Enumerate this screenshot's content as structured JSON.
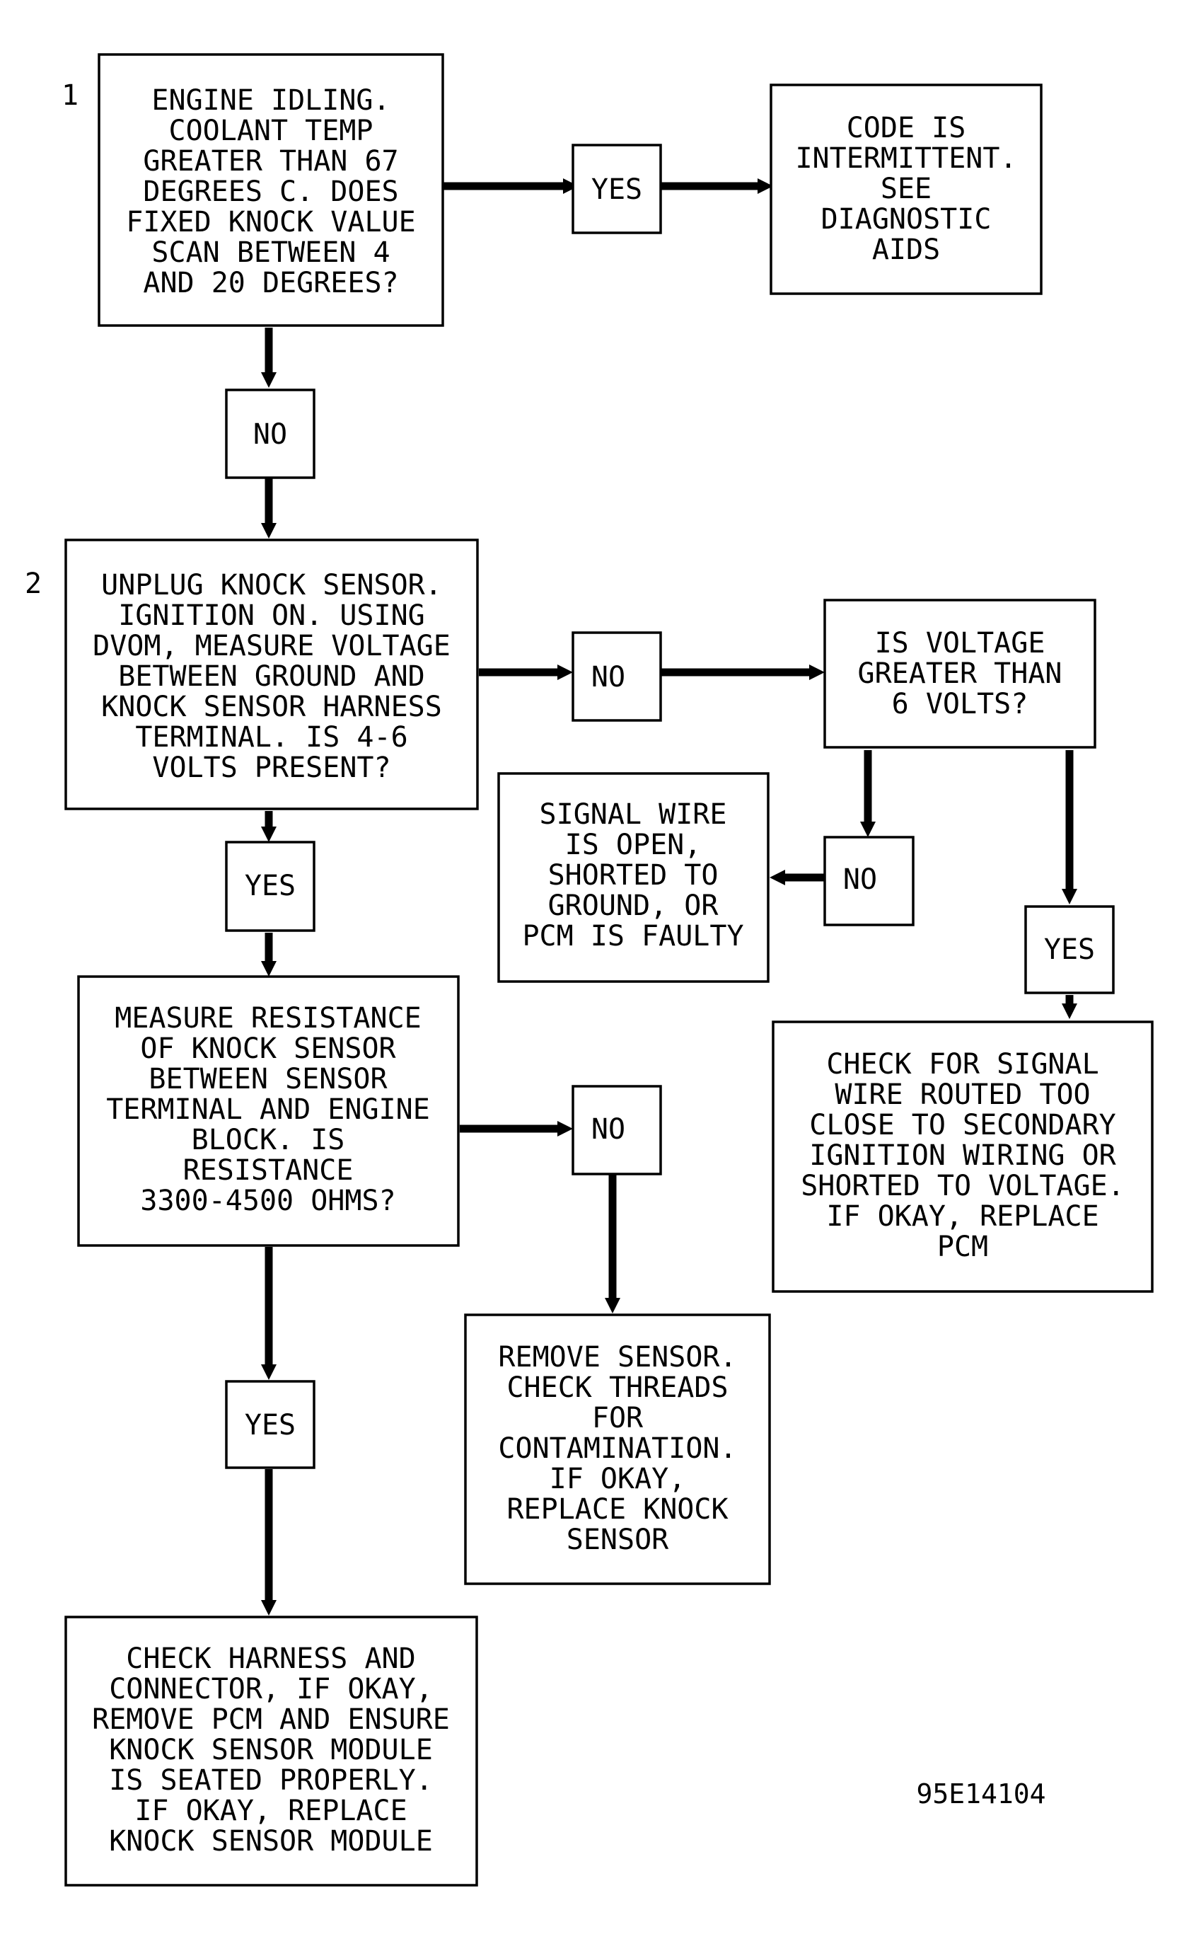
{
  "steps": [
    {
      "number": "1",
      "lines": [
        "ENGINE IDLING.",
        "COOLANT TEMP",
        "GREATER THAN 67",
        "DEGREES C. DOES",
        "FIXED KNOCK VALUE",
        "SCAN BETWEEN 4",
        "AND 20 DEGREES?"
      ]
    },
    {
      "number": "2",
      "lines": [
        "UNPLUG KNOCK SENSOR.",
        "IGNITION ON. USING",
        "DVOM, MEASURE VOLTAGE",
        "BETWEEN GROUND AND",
        "KNOCK SENSOR HARNESS",
        "TERMINAL. IS 4-6",
        "VOLTS PRESENT?"
      ]
    }
  ],
  "boxes": {
    "intermittent": [
      "CODE IS",
      "INTERMITTENT.",
      "SEE",
      "DIAGNOSTIC",
      "AIDS"
    ],
    "voltage_check": [
      "IS VOLTAGE",
      "GREATER THAN",
      "6 VOLTS?"
    ],
    "signal_open": [
      "SIGNAL WIRE",
      "IS OPEN,",
      "SHORTED TO",
      "GROUND, OR",
      "PCM IS FAULTY"
    ],
    "measure_resistance": [
      "MEASURE RESISTANCE",
      "OF KNOCK SENSOR",
      "BETWEEN SENSOR",
      "TERMINAL AND ENGINE",
      "BLOCK. IS",
      "RESISTANCE",
      "3300-4500 OHMS?"
    ],
    "check_routing": [
      "CHECK FOR SIGNAL",
      "WIRE ROUTED TOO",
      "CLOSE TO SECONDARY",
      "IGNITION WIRING OR",
      "SHORTED TO VOLTAGE.",
      "IF OKAY, REPLACE",
      "PCM"
    ],
    "remove_sensor": [
      "REMOVE SENSOR.",
      "CHECK THREADS",
      "FOR",
      "CONTAMINATION.",
      "IF OKAY,",
      "REPLACE KNOCK",
      "SENSOR"
    ],
    "check_harness": [
      "CHECK HARNESS AND",
      "CONNECTOR, IF OKAY,",
      "REMOVE PCM AND ENSURE",
      "KNOCK SENSOR MODULE",
      "IS SEATED PROPERLY.",
      "IF OKAY, REPLACE",
      "KNOCK SENSOR MODULE"
    ]
  },
  "decisions": {
    "s1_yes": "YES",
    "s1_no": "NO",
    "s2_no": "NO",
    "s2_yes": "YES",
    "volt_no": "NO",
    "volt_yes": "YES",
    "res_no": "NO",
    "res_yes": "YES"
  },
  "figure_id": "95E14104"
}
